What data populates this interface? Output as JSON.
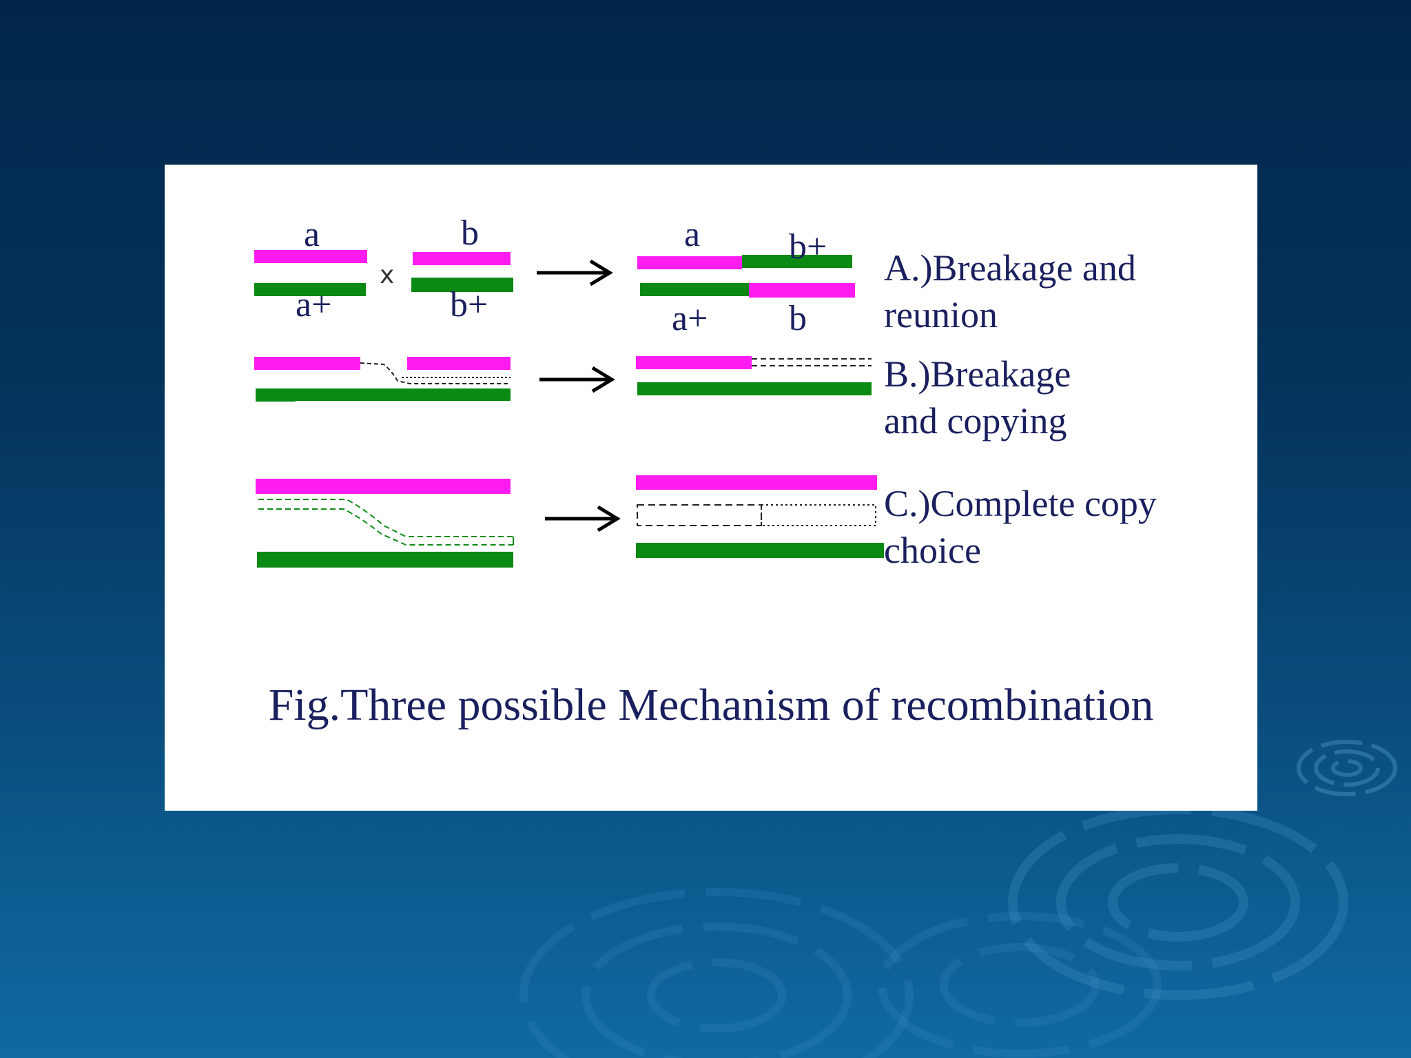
{
  "colors": {
    "background_top": "#02264a",
    "background_bottom": "#0f6aa2",
    "strand_magenta": "#ff1cf0",
    "strand_green": "#0a8a12",
    "text_navy": "#1a1f5e"
  },
  "mechanism_a": {
    "left_labels": {
      "top_left": "a",
      "bottom_left": "a+",
      "top_right": "b",
      "bottom_right": "b+"
    },
    "cross_symbol": "x",
    "result_labels": {
      "top_left": "a",
      "top_right": "b+",
      "bottom_left": "a+",
      "bottom_right": "b"
    },
    "label_line1": "A.)Breakage and",
    "label_line2": "reunion"
  },
  "mechanism_b": {
    "label_line1": "B.)Breakage",
    "label_line2": "and copying"
  },
  "mechanism_c": {
    "label_line1": "C.)Complete copy",
    "label_line2": "choice"
  },
  "caption": "Fig.Three possible Mechanism of recombination"
}
